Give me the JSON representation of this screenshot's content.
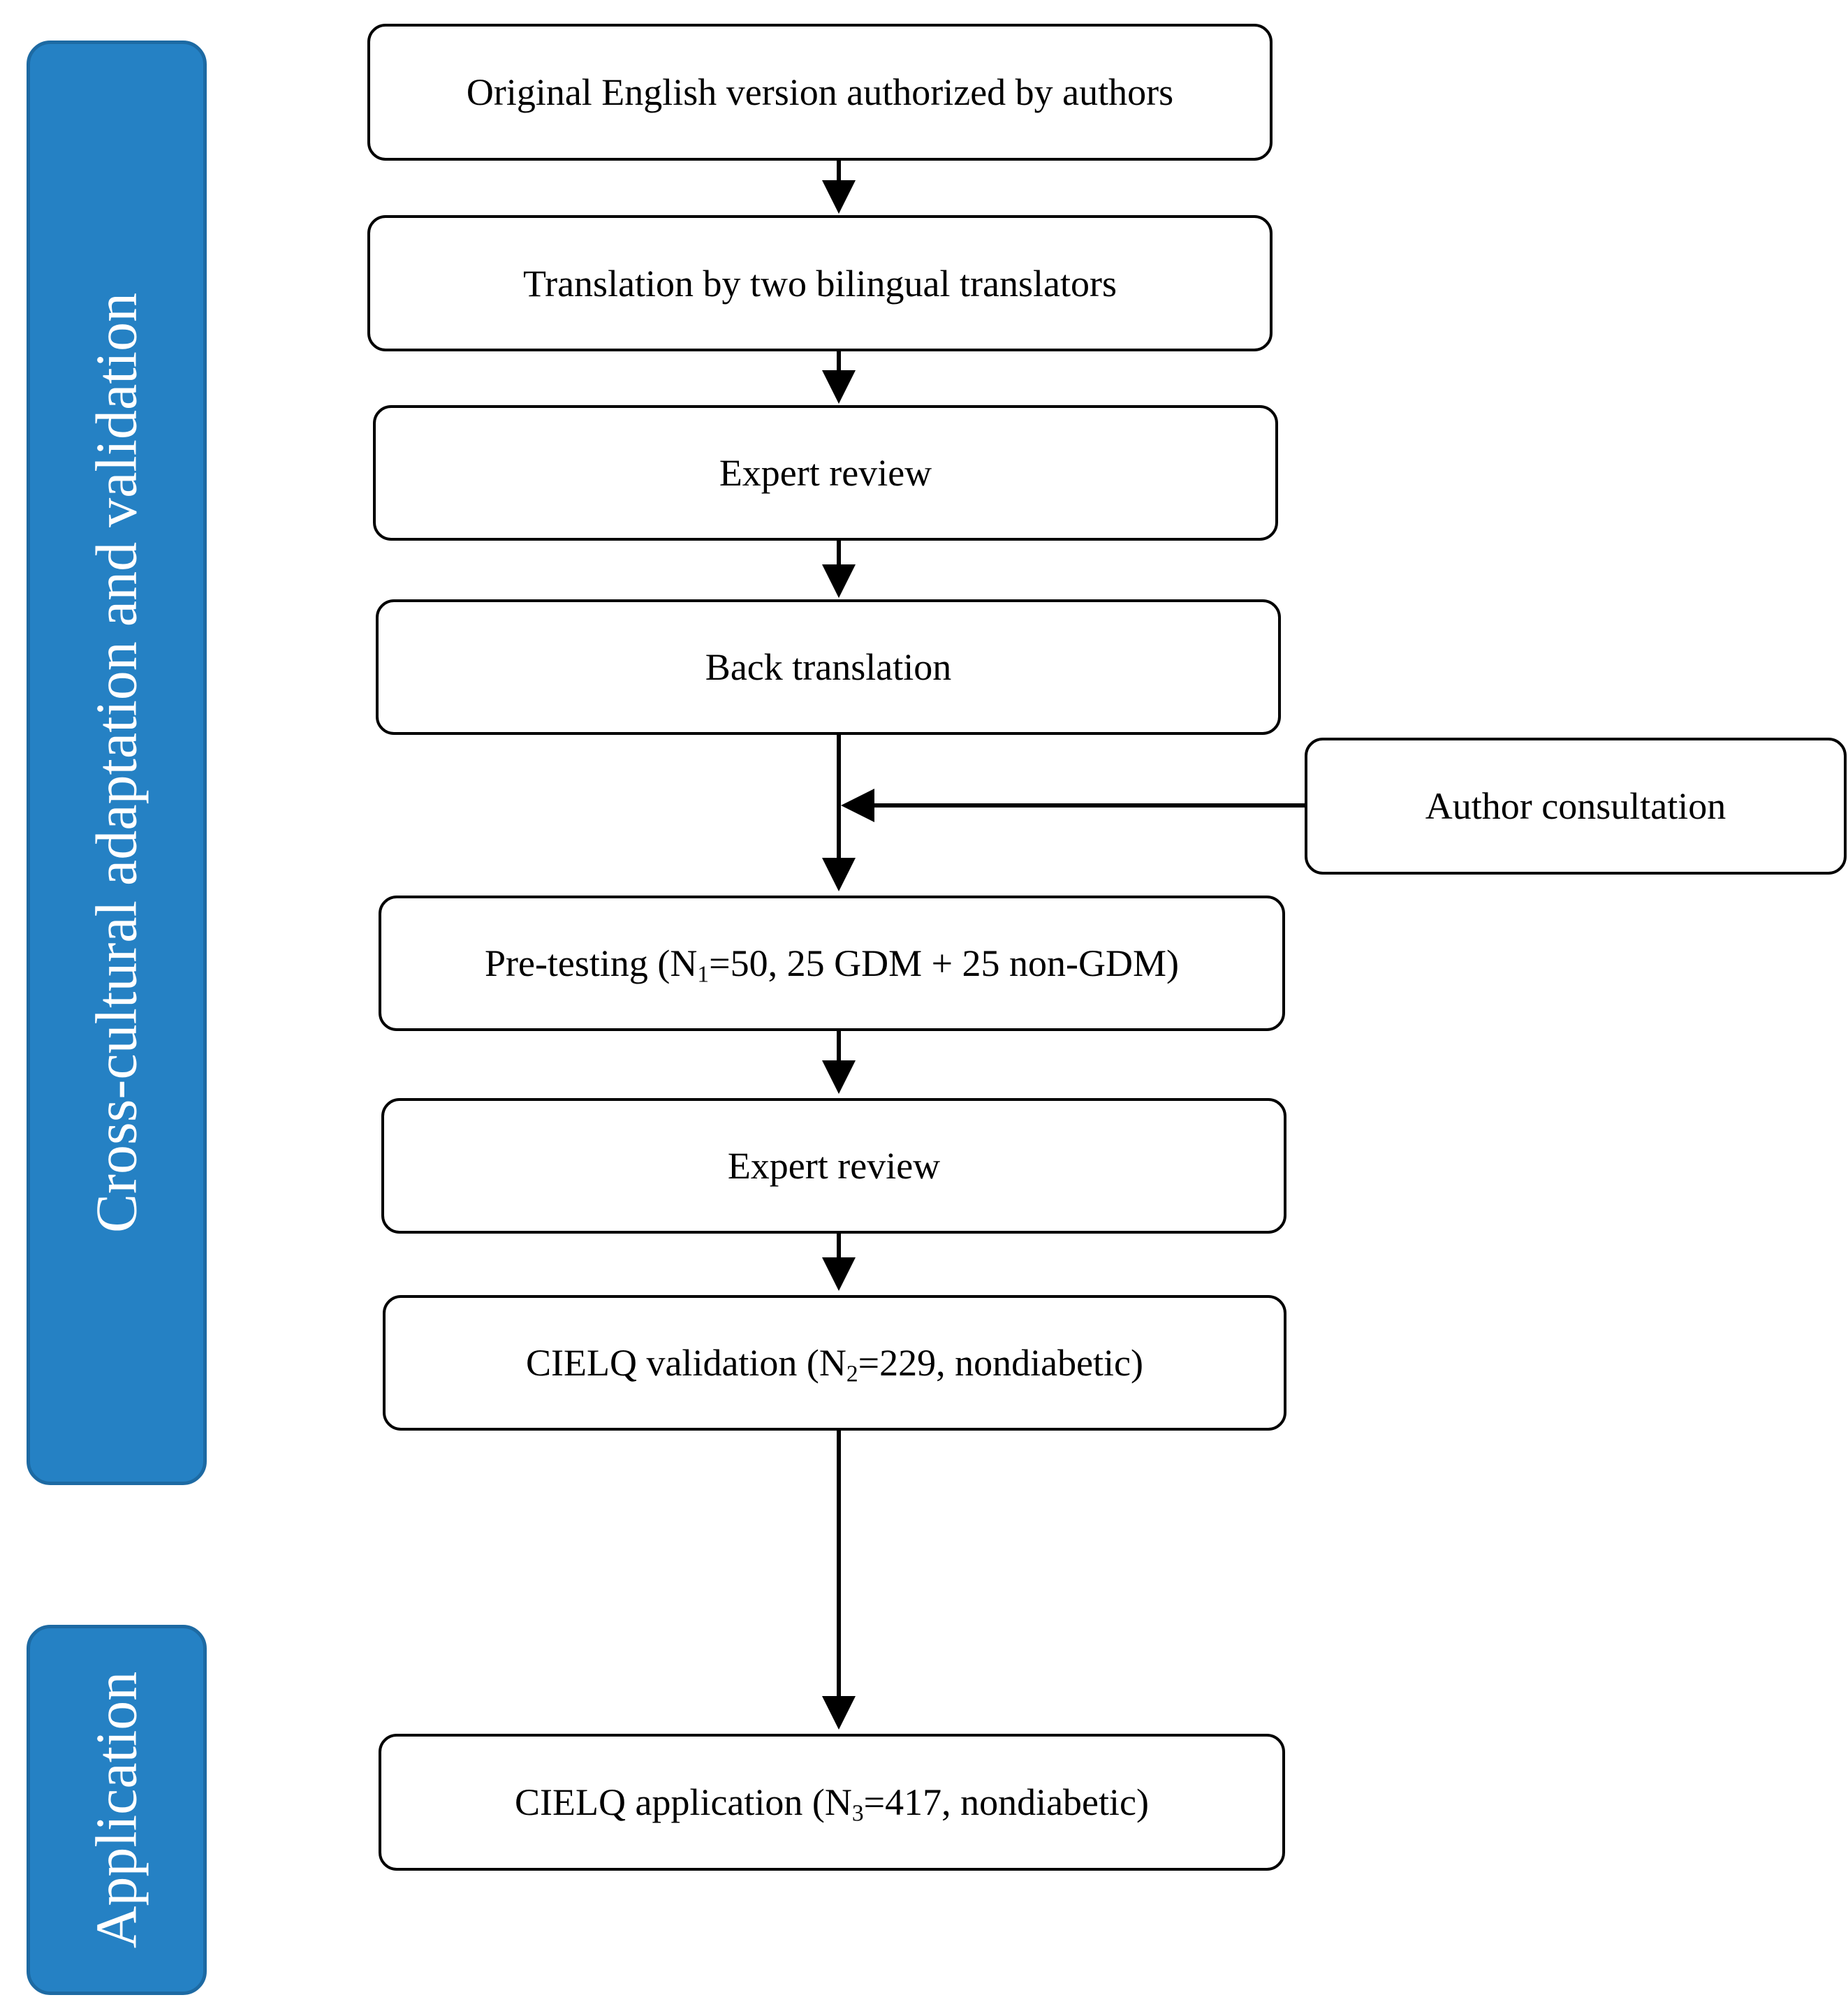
{
  "phases": {
    "adaptation": "Cross-cultural adaptation and validation",
    "application": "Application"
  },
  "steps": {
    "original": "Original English version authorized by authors",
    "translation": "Translation by two bilingual translators",
    "expert_review_1": "Expert review",
    "back_translation": "Back translation",
    "author_consultation": "Author consultation",
    "pretesting": {
      "prefix": "Pre-testing (N",
      "sub": "1",
      "suffix": "=50, 25 GDM + 25 non-GDM)"
    },
    "expert_review_2": "Expert review",
    "validation": {
      "prefix": "CIELQ validation (N",
      "sub": "2",
      "suffix": "=229, nondiabetic)"
    },
    "application": {
      "prefix": "CIELQ application (N",
      "sub": "3",
      "suffix": "=417, nondiabetic)"
    }
  },
  "colors": {
    "phase_fill": "#2581c4",
    "phase_border": "#1d6aa3",
    "box_border": "#000000"
  }
}
